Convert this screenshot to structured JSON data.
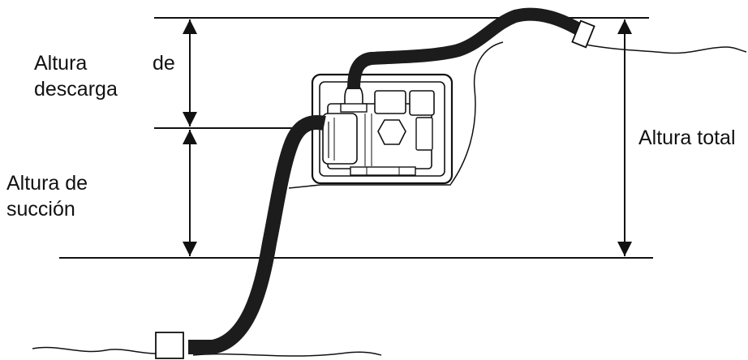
{
  "labels": {
    "discharge_word_1": "Altura",
    "discharge_word_2": "de",
    "discharge_word_3": "descarga",
    "suction_line_1": "Altura de",
    "suction_line_2": "succión",
    "total": "Altura total"
  },
  "colors": {
    "line": "#111111",
    "hose": "#1c1c1c",
    "background": "#ffffff"
  }
}
